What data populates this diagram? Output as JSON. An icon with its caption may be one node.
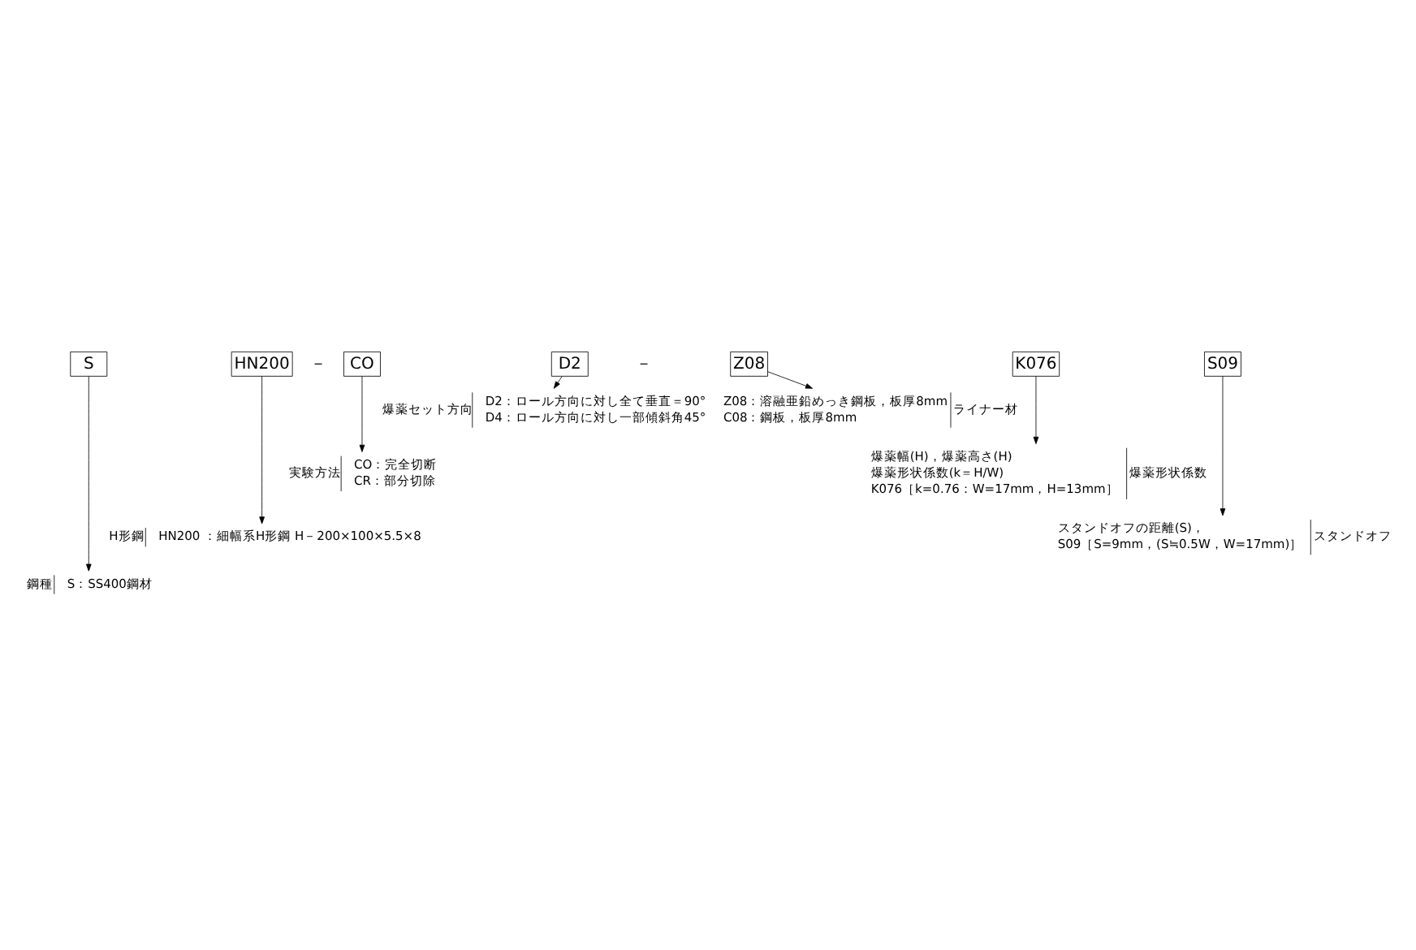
{
  "diagram": {
    "nodes": [
      {
        "text": [
          "鋼種",
          "S：SS400鋼材"
        ]
      },
      {
        "text": [
          "H形鋼",
          "HN200 ：細幅系H形鋼 H－200×100×5.5×8"
        ]
      },
      {
        "text": [
          "実験方法",
          "CO：完全切断",
          "CR：部分切除"
        ]
      },
      {
        "text": [
          "爆薬セット方向",
          "D2：ロール方向に対し全て垂直＝90°",
          "D4：ロール方向に対し一部傾斜角45°"
        ]
      },
      {
        "text": [
          "S"
        ]
      },
      {
        "text": [
          "HN200"
        ]
      },
      {
        "text": [
          "CO"
        ]
      },
      {
        "text": [
          "D2"
        ]
      },
      {
        "text": [
          "Z08"
        ]
      },
      {
        "text": [
          "K076"
        ]
      },
      {
        "text": [
          "S09"
        ]
      },
      {
        "text": [
          "ライナー材",
          "Z08：溶融亜鉛めっき鋼板，板厚8mm",
          "C08：鋼板，板厚8mm"
        ]
      },
      {
        "text": [
          "爆薬形状係数",
          "爆薬幅(H)，爆薬高さ(H)",
          "爆薬形状係数(k＝H/W)",
          "K076［k=0.76：W=17mm，H=13mm］"
        ]
      },
      {
        "text": [
          "スタンドオフ",
          "スタンドオフの距離(S)，",
          "S09［S=9mm，(S≒0.5W，W=17mm)］"
        ]
      }
    ],
    "edges": [
      {
        "from": 4,
        "to": 0,
        "arrow": "to"
      },
      {
        "from": 5,
        "to": 1,
        "arrow": "to"
      },
      {
        "from": 6,
        "to": 2,
        "arrow": "to"
      },
      {
        "from": 7,
        "to": 3,
        "arrow": "to"
      },
      {
        "from": 8,
        "to": 11,
        "arrow": "to"
      },
      {
        "from": 9,
        "to": 12,
        "arrow": "to"
      },
      {
        "from": 10,
        "to": 13,
        "arrow": "to"
      }
    ],
    "labels": [
      "－",
      "－"
    ]
  }
}
